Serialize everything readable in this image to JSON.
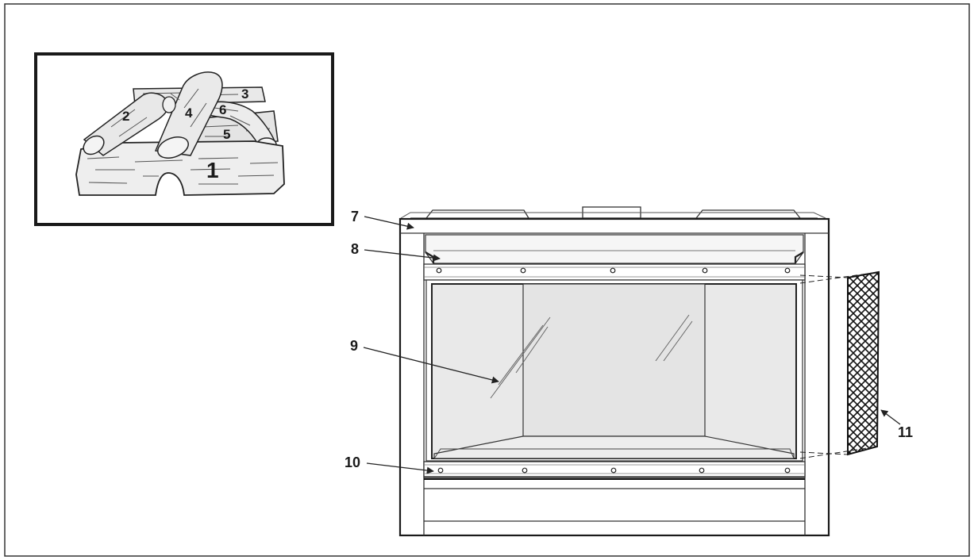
{
  "inset_labels": {
    "log_1": "1",
    "log_2": "2",
    "log_3": "3",
    "log_4": "4",
    "log_5": "5",
    "log_6": "6"
  },
  "callouts": {
    "top_trim": "7",
    "upper_louver": "8",
    "glass_door": "9",
    "lower_louver": "10",
    "mesh_screen": "11"
  }
}
